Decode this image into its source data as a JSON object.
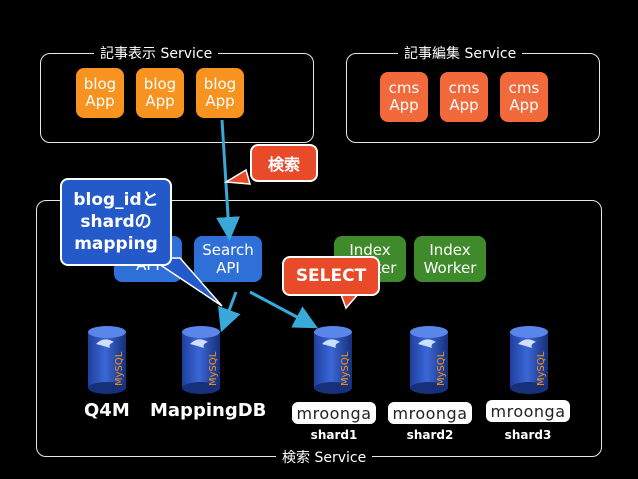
{
  "groups": {
    "display": "記事表示 Service",
    "edit": "記事編集 Service",
    "search": "検索 Service"
  },
  "blog_apps": [
    "blog\nApp",
    "blog\nApp",
    "blog\nApp"
  ],
  "cms_apps": [
    "cms\nApp",
    "cms\nApp",
    "cms\nApp"
  ],
  "apis": {
    "left_api": "API",
    "search_api": "Search\nAPI",
    "index_worker_1": "Index\nWorker",
    "index_worker_2": "Index\nWorker"
  },
  "callouts": {
    "search": "検索",
    "mapping": "blog_idと\nshardの\nmapping",
    "select": "SELECT"
  },
  "databases": {
    "cylinder_text": "MySQL",
    "q4m": "Q4M",
    "mappingdb": "MappingDB"
  },
  "logos": [
    "mroonga",
    "mroonga",
    "mroonga"
  ],
  "shards": [
    "shard1",
    "shard2",
    "shard3"
  ],
  "colors": {
    "blog_app": "#f7931e",
    "cms_app": "#f26a3b",
    "api_blue": "#2f6fd8",
    "worker_green": "#3f8a2a",
    "callout_red": "#e84a2a",
    "callout_blue": "#2459c9",
    "arrow": "#38a9d8"
  }
}
